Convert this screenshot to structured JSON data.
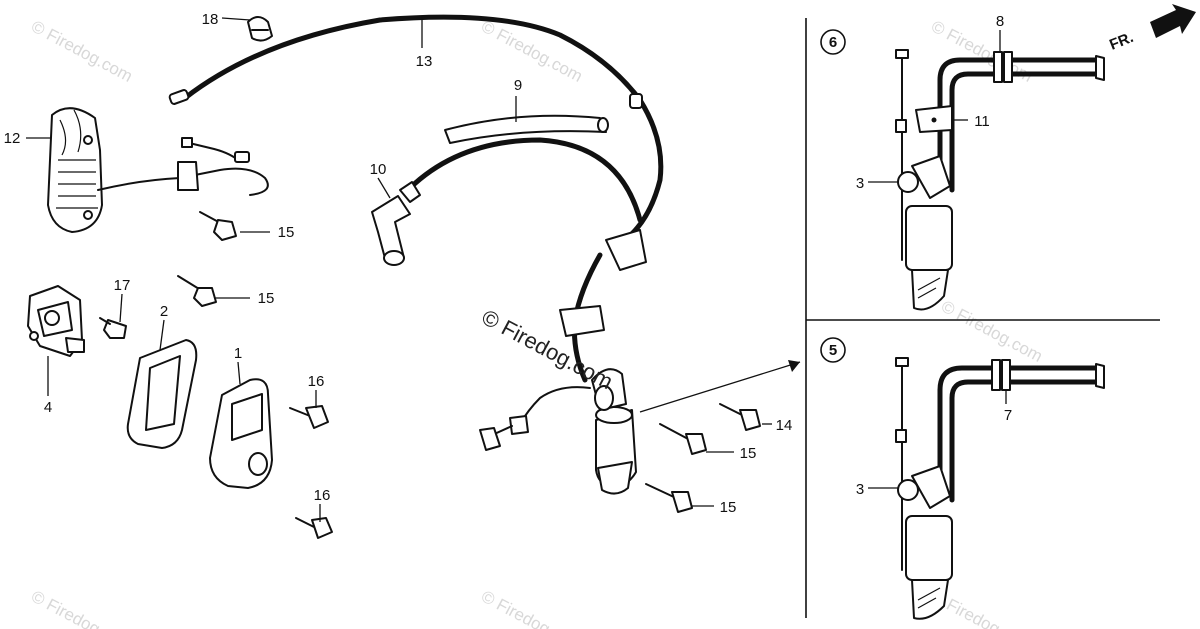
{
  "diagram": {
    "callouts": [
      {
        "id": "c18",
        "label": "18"
      },
      {
        "id": "c13",
        "label": "13"
      },
      {
        "id": "c9",
        "label": "9"
      },
      {
        "id": "c12",
        "label": "12"
      },
      {
        "id": "c10",
        "label": "10"
      },
      {
        "id": "c15a",
        "label": "15"
      },
      {
        "id": "c15b",
        "label": "15"
      },
      {
        "id": "c17",
        "label": "17"
      },
      {
        "id": "c2",
        "label": "2"
      },
      {
        "id": "c1",
        "label": "1"
      },
      {
        "id": "c4",
        "label": "4"
      },
      {
        "id": "c16a",
        "label": "16"
      },
      {
        "id": "c16b",
        "label": "16"
      },
      {
        "id": "c14",
        "label": "14"
      },
      {
        "id": "c15c",
        "label": "15"
      },
      {
        "id": "c15d",
        "label": "15"
      },
      {
        "id": "c8",
        "label": "8"
      },
      {
        "id": "c11",
        "label": "11"
      },
      {
        "id": "c3a",
        "label": "3"
      },
      {
        "id": "c7",
        "label": "7"
      },
      {
        "id": "c3b",
        "label": "3"
      }
    ],
    "variants": [
      {
        "label": "6"
      },
      {
        "label": "5"
      }
    ],
    "direction_label": "FR.",
    "center_watermark": "© Firedog.com",
    "watermark": "© Firedog.com"
  },
  "colors": {
    "ink": "#111111",
    "watermark": "#d8d8d8",
    "background": "#ffffff"
  }
}
